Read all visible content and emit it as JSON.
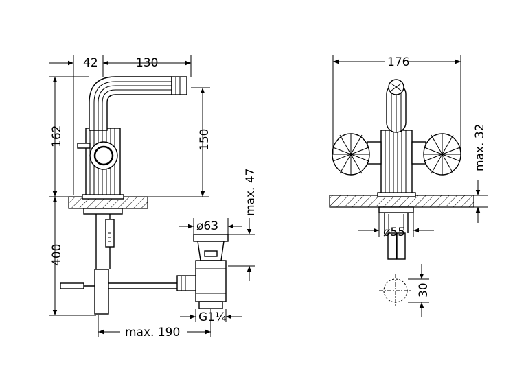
{
  "dimensions": {
    "spout_offset": "42",
    "spout_reach": "130",
    "overall_height": "162",
    "spout_height": "150",
    "max_deck": "max. 47",
    "drain_dia": "ø63",
    "below_deck": "400",
    "thread": "G1¼",
    "max_reach": "max. 190",
    "width": "176",
    "max_deck_front": "max. 32",
    "hole_dia": "ø55",
    "hole_pos": "30"
  }
}
